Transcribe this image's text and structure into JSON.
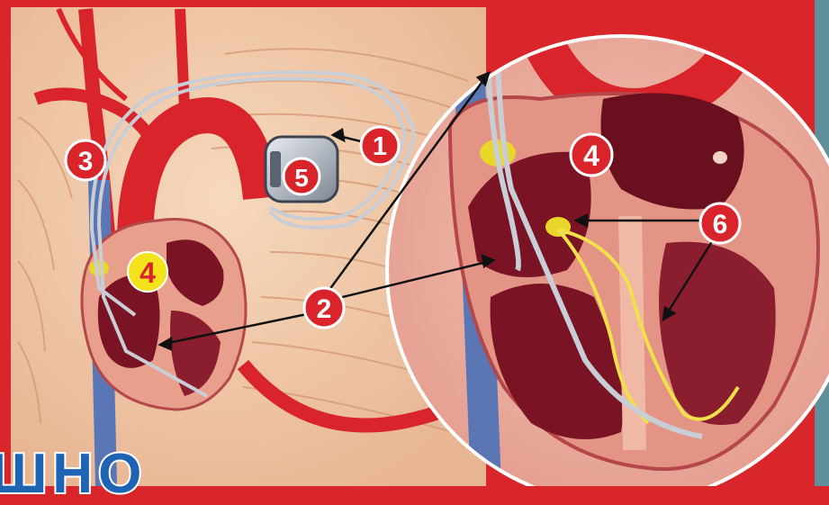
{
  "callouts": [
    {
      "id": "1",
      "label": "1",
      "fill": "#d8242a",
      "text": "#ffffff"
    },
    {
      "id": "2",
      "label": "2",
      "fill": "#d8242a",
      "text": "#ffffff"
    },
    {
      "id": "3",
      "label": "3",
      "fill": "#d8242a",
      "text": "#ffffff"
    },
    {
      "id": "4-main",
      "label": "4",
      "fill": "#f4e21a",
      "text": "#d8242a"
    },
    {
      "id": "4-zoom",
      "label": "4",
      "fill": "#d8242a",
      "text": "#ffffff"
    },
    {
      "id": "5",
      "label": "5",
      "fill": "#d8242a",
      "text": "#ffffff"
    },
    {
      "id": "6",
      "label": "6",
      "fill": "#d8242a",
      "text": "#ffffff"
    }
  ],
  "headline": "ШНО",
  "colors": {
    "frame": "#d9262b",
    "skin": "#f2c9a6",
    "muscle": "#e7b08e",
    "artery": "#d8242a",
    "vein": "#5b76b4",
    "heart_chamber": "#7a1424",
    "lead": "#c9ced6",
    "conduction": "#f0e04a",
    "headline": "#1f63b5"
  }
}
